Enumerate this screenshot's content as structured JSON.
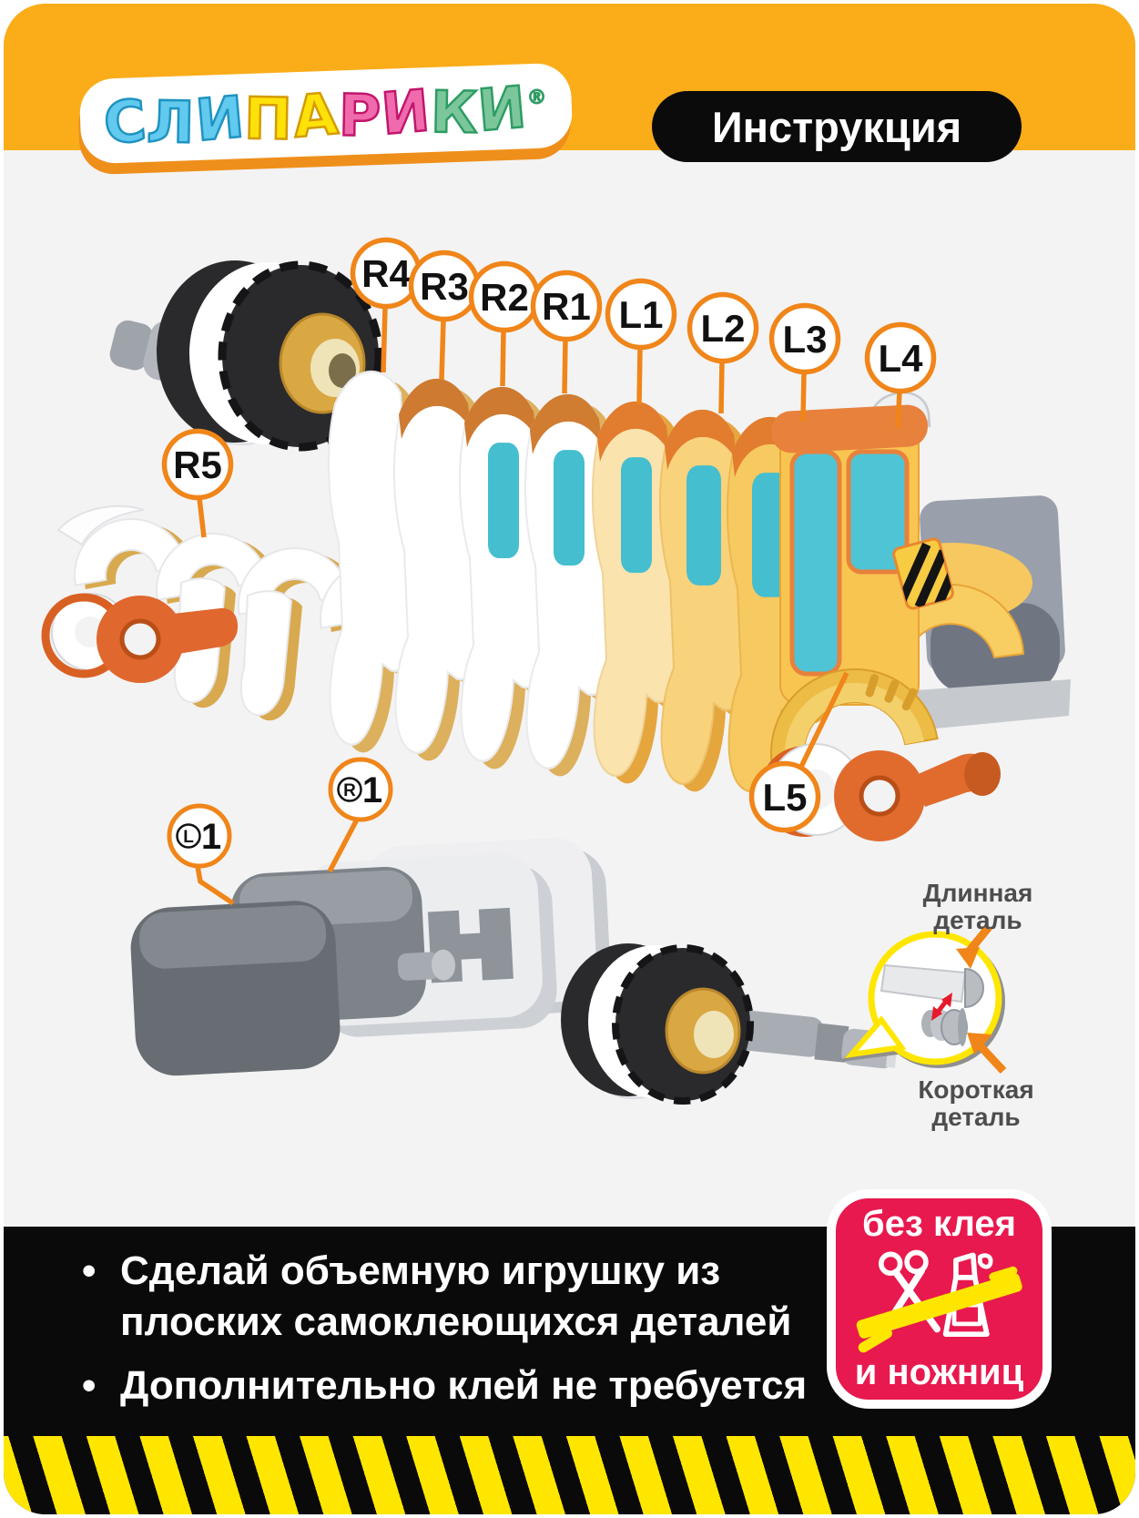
{
  "header": {
    "logo": {
      "letters": [
        {
          "char": "С",
          "color": "#62C9EF",
          "outline": "#1F93C0"
        },
        {
          "char": "Л",
          "color": "#62C9EF",
          "outline": "#1F93C0"
        },
        {
          "char": "И",
          "color": "#62C9EF",
          "outline": "#1F93C0"
        },
        {
          "char": "П",
          "color": "#FFE10A",
          "outline": "#D39B00"
        },
        {
          "char": "А",
          "color": "#FFE10A",
          "outline": "#D39B00"
        },
        {
          "char": "Р",
          "color": "#F06BAE",
          "outline": "#C2156C"
        },
        {
          "char": "И",
          "color": "#F06BAE",
          "outline": "#C2156C"
        },
        {
          "char": "К",
          "color": "#7BC79B",
          "outline": "#2E9C63"
        },
        {
          "char": "И",
          "color": "#7BC79B",
          "outline": "#2E9C63"
        }
      ],
      "reg": "®"
    },
    "badge_label": "Инструкция"
  },
  "diagram": {
    "part_labels": [
      {
        "text": "R4"
      },
      {
        "text": "R3"
      },
      {
        "text": "R2"
      },
      {
        "text": "R1"
      },
      {
        "text": "L1"
      },
      {
        "text": "L2"
      },
      {
        "text": "L3"
      },
      {
        "text": "L4"
      },
      {
        "text": "R5"
      },
      {
        "text": "L5"
      }
    ],
    "block_labels": [
      {
        "letter": "L",
        "number": "1"
      },
      {
        "letter": "R",
        "number": "1"
      }
    ],
    "callouts": {
      "long_line1": "Длинная",
      "long_line2": "деталь",
      "short_line1": "Короткая",
      "short_line2": "деталь"
    }
  },
  "footer": {
    "bullets": [
      {
        "marker": "•",
        "text": "Сделай объемную игрушку из плоских самоклеющихся деталей"
      },
      {
        "marker": "•",
        "text": "Дополнительно клей не требуется"
      }
    ],
    "badge": {
      "line1": "без клея",
      "line2": "и ножниц"
    }
  },
  "colors": {
    "header_orange": "#FAAD19",
    "card_bg": "#F3F3F4",
    "accent_orange": "#F08519",
    "hazard_yellow": "#FFE600",
    "hazard_black": "#0A0A0A",
    "badge_pink": "#E8194E",
    "callout_text": "#4D4D4D",
    "window_teal": "#4FC4D4",
    "cab_yellow": "#F8C550",
    "roof_orange": "#E8813C"
  }
}
